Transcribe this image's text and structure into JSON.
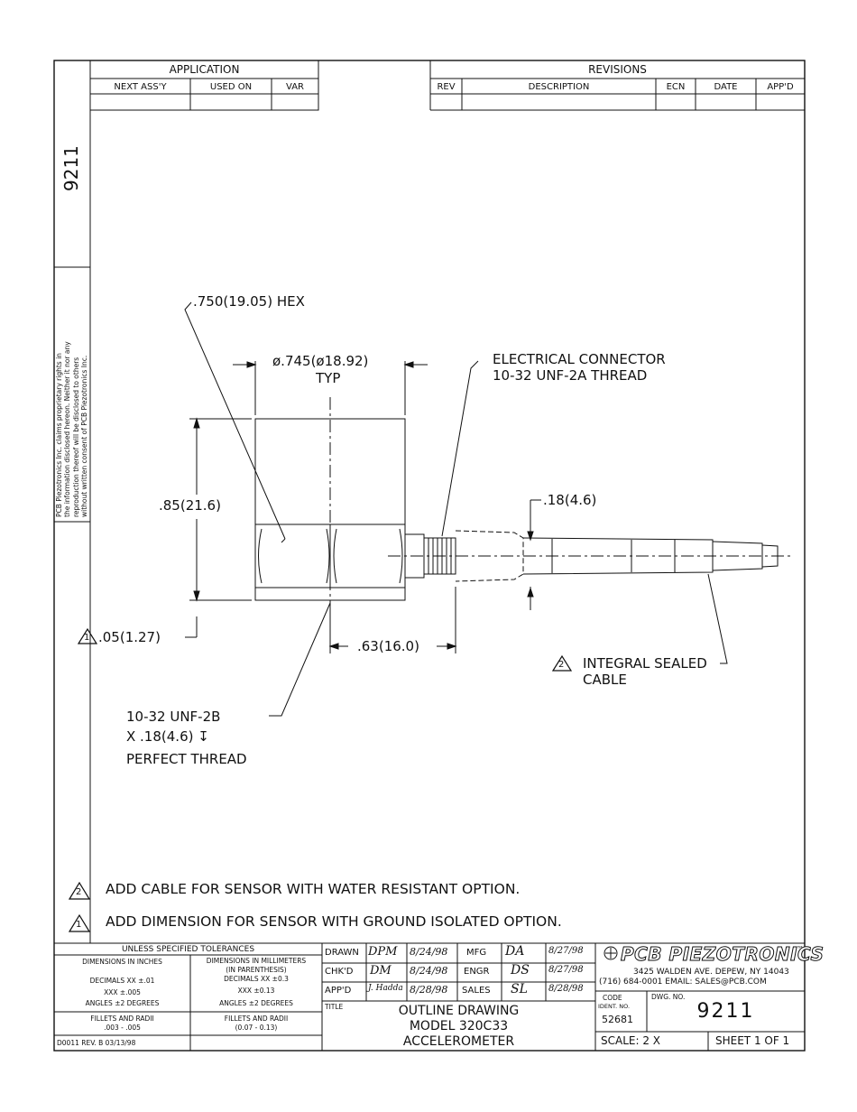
{
  "application": {
    "title": "APPLICATION",
    "columns": [
      "NEXT ASS'Y",
      "USED ON",
      "VAR"
    ]
  },
  "revisions": {
    "title": "REVISIONS",
    "columns": [
      "REV",
      "DESCRIPTION",
      "ECN",
      "DATE",
      "APP'D"
    ]
  },
  "side": {
    "drawing_no": "9211",
    "proprietary": [
      "PCB Piezotronics Inc. claims proprietary rights in",
      "the information disclosed hereon. Neither it nor any",
      "reproduction thereof will be disclosed to others",
      "without written consent of PCB Piezotronics Inc."
    ]
  },
  "callouts": {
    "hex": ".750(19.05) HEX",
    "dia": "ø.745(ø18.92)",
    "typ": "TYP",
    "conn1": "ELECTRICAL CONNECTOR",
    "conn2": "10-32 UNF-2A THREAD",
    "height": ".85(21.6)",
    "cable_dia": ".18(4.6)",
    "base_dim": ".05(1.27)",
    "base_note_num": "1",
    "length": ".63(16.0)",
    "cable_note_num": "2",
    "cable1": "INTEGRAL SEALED",
    "cable2": "CABLE",
    "thread1": "10-32 UNF-2B",
    "thread2": "X .18(4.6) ↧",
    "thread3": "PERFECT THREAD"
  },
  "notes": [
    {
      "num": "2",
      "text": "ADD CABLE FOR SENSOR WITH WATER RESISTANT OPTION."
    },
    {
      "num": "1",
      "text": "ADD DIMENSION FOR SENSOR WITH GROUND ISOLATED OPTION."
    }
  ],
  "tolerances": {
    "header": "UNLESS SPECIFIED TOLERANCES",
    "inches_head": "DIMENSIONS IN INCHES",
    "mm_head1": "DIMENSIONS IN MILLIMETERS",
    "mm_head2": "(IN PARENTHESIS)",
    "in_dec1": "DECIMALS   XX ±.01",
    "in_dec2": "XXX ±.005",
    "mm_dec1": "DECIMALS   XX ±0.3",
    "mm_dec2": "XXX ±0.13",
    "in_ang": "ANGLES ±2 DEGREES",
    "mm_ang": "ANGLES ±2 DEGREES",
    "in_fil1": "FILLETS AND RADII",
    "in_fil2": ".003  -  .005",
    "mm_fil1": "FILLETS AND RADII",
    "mm_fil2": "(0.07  -  0.13)",
    "form": "D0011 REV. B 03/13/98"
  },
  "signoff": [
    {
      "label": "DRAWN",
      "sig": "DPM",
      "date": "8/24/98",
      "label2": "MFG",
      "sig2": "DA",
      "date2": "8/27/98"
    },
    {
      "label": "CHK'D",
      "sig": "DM",
      "date": "8/24/98",
      "label2": "ENGR",
      "sig2": "DS",
      "date2": "8/27/98"
    },
    {
      "label": "APP'D",
      "sig": "J. Hadda",
      "date": "8/28/98",
      "label2": "SALES",
      "sig2": "SL",
      "date2": "8/28/98"
    }
  ],
  "title_block": {
    "title_label": "TITLE",
    "line1": "OUTLINE  DRAWING",
    "line2": "MODEL  320C33",
    "line3": "ACCELEROMETER",
    "company": "PCB PIEZOTRONICS",
    "tm": "™",
    "addr1": "3425  WALDEN  AVE.  DEPEW,  NY  14043",
    "addr2": "(716)  684-0001  EMAIL: SALES@PCB.COM",
    "code_label1": "CODE",
    "code_label2": "IDENT. NO.",
    "code": "52681",
    "dwg_label": "DWG. NO.",
    "dwg_no": "9211",
    "scale": "SCALE:   2  X",
    "sheet": "SHEET  1  OF  1"
  }
}
